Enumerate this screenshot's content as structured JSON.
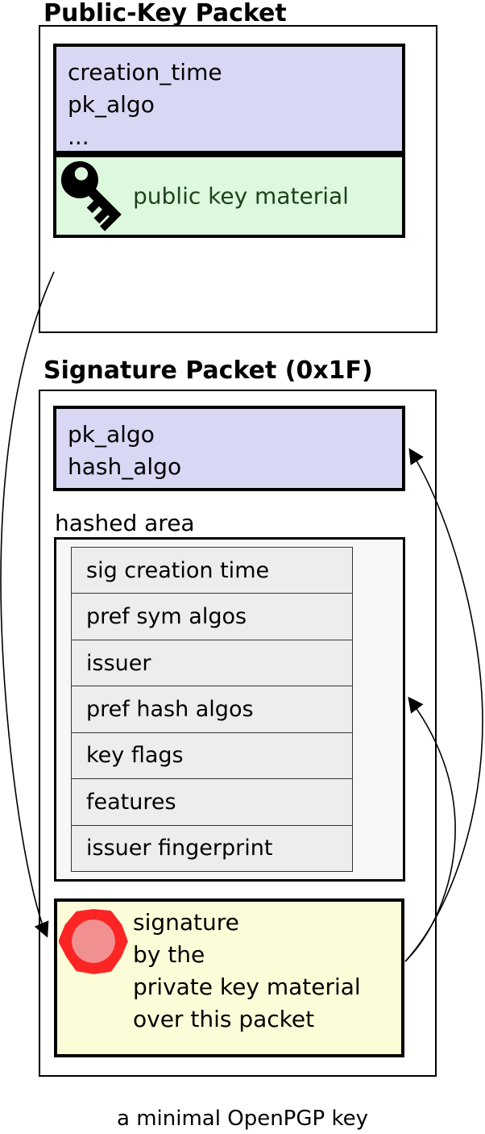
{
  "pk_packet": {
    "title": "Public-Key Packet",
    "fields": [
      "creation_time",
      "pk_algo",
      "..."
    ],
    "material_label": "public key material"
  },
  "sig_packet": {
    "title": "Signature Packet (0x1F)",
    "fields": [
      "pk_algo",
      "hash_algo"
    ],
    "hashed_area_label": "hashed area",
    "subpackets": [
      "sig creation time",
      "pref sym algos",
      "issuer",
      "pref hash algos",
      "key flags",
      "features",
      "issuer fingerprint"
    ],
    "signature_lines": [
      "signature",
      "by the",
      "private key material",
      "over this packet"
    ]
  },
  "caption": "a minimal OpenPGP key",
  "icons": [
    "key-icon",
    "seal-icon"
  ],
  "colors": {
    "lavender": "#d8d8f4",
    "green": "#ddf8dd",
    "greentext": "#1d421d",
    "yellow": "#fcfcd8",
    "hashedbg": "#f7f7f7",
    "rowbg": "#ededed",
    "sealring": "#fb2525",
    "sealfill": "#f19090",
    "line": "#000000"
  }
}
